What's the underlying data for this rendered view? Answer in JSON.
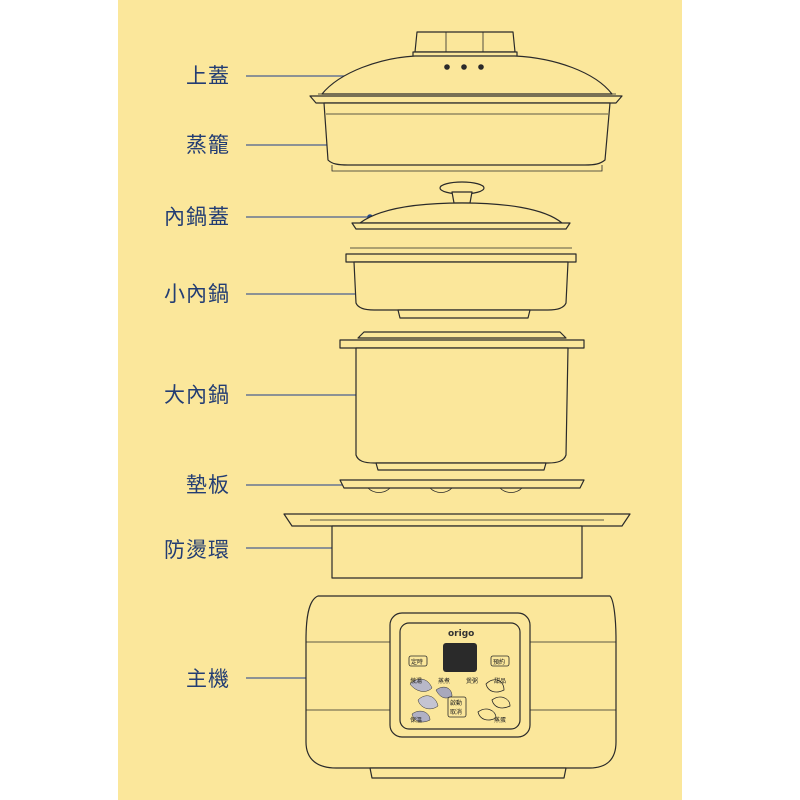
{
  "colors": {
    "background": "#fbe79b",
    "label_text": "#233d73",
    "leader_dot": "#274c8c"
  },
  "parts": [
    {
      "id": "lid",
      "label": "上蓋"
    },
    {
      "id": "steamer",
      "label": "蒸籠"
    },
    {
      "id": "inner-lid",
      "label": "內鍋蓋"
    },
    {
      "id": "small-pot",
      "label": "小內鍋"
    },
    {
      "id": "large-pot",
      "label": "大內鍋"
    },
    {
      "id": "pad",
      "label": "墊板"
    },
    {
      "id": "guard-ring",
      "label": "防燙環"
    },
    {
      "id": "base-unit",
      "label": "主機"
    }
  ],
  "control_panel": {
    "brand": "origo",
    "buttons": {
      "top_left": "定時",
      "top_right": "預約",
      "row_1": "燉湯",
      "row_2": "蒸煮",
      "row_3": "煲粥",
      "row_4": "甜品",
      "start": "啟動",
      "cancel": "取消",
      "bottom_left": "保溫",
      "bottom_right": "蒸蛋"
    }
  }
}
